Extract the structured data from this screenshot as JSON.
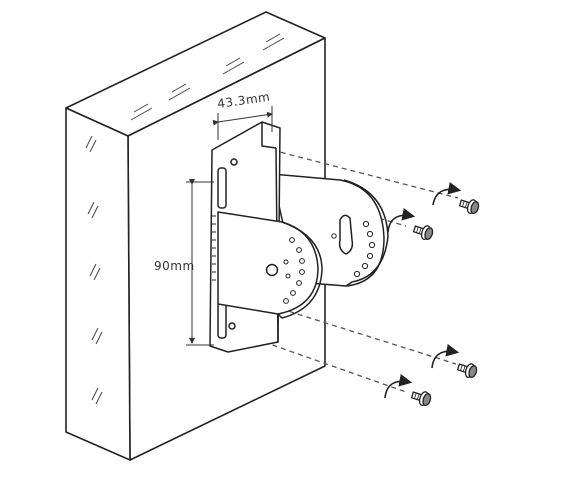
{
  "diagram": {
    "dimension_width": "43.3mm",
    "dimension_height": "90mm",
    "screw_count": 4,
    "colors": {
      "line": "#222222",
      "dashed": "#555555",
      "paper": "#ffffff"
    }
  }
}
